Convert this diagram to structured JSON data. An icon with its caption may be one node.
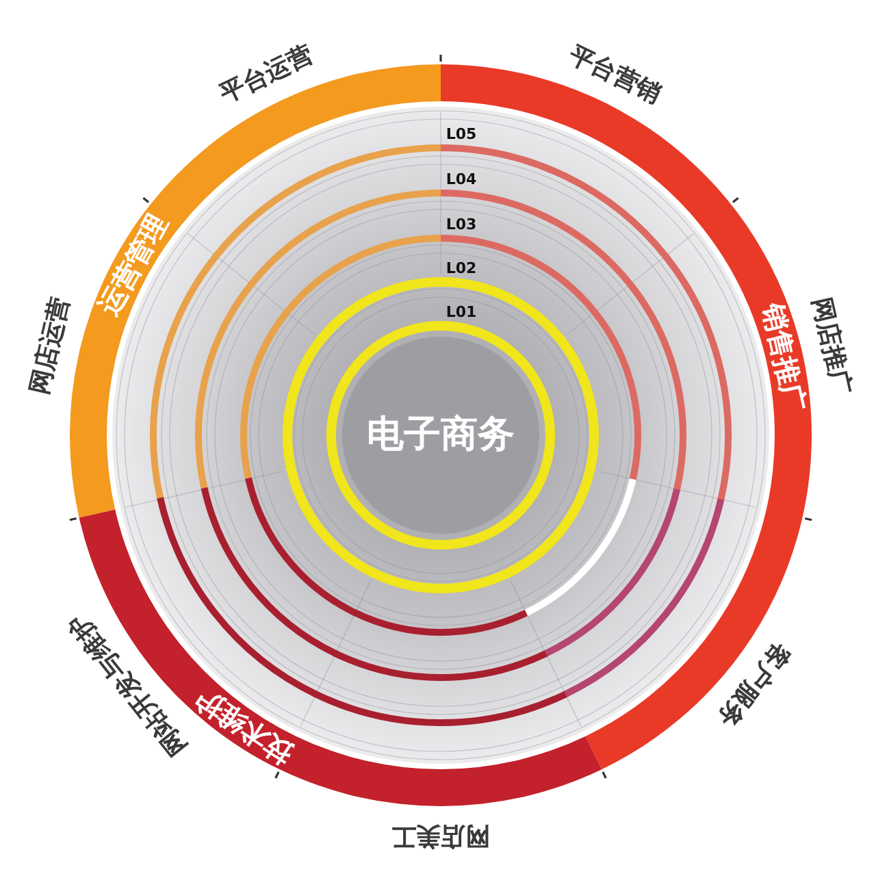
{
  "diagram": {
    "nodes": [
      {
        "text": [
          "电子商务"
        ]
      },
      {
        "text": [
          "运营管理"
        ],
        "beside": [
          "网店运营",
          "平台运营"
        ]
      },
      {
        "text": [
          "销售推广"
        ],
        "beside": [
          "平台营销",
          "网店推广",
          "客户服务"
        ]
      },
      {
        "text": [
          "技术维护"
        ],
        "beside": [
          "网店美工",
          "网站开发与维护"
        ]
      }
    ],
    "labels": [
      "L05",
      "L04",
      "L03",
      "L02",
      "L01"
    ]
  }
}
